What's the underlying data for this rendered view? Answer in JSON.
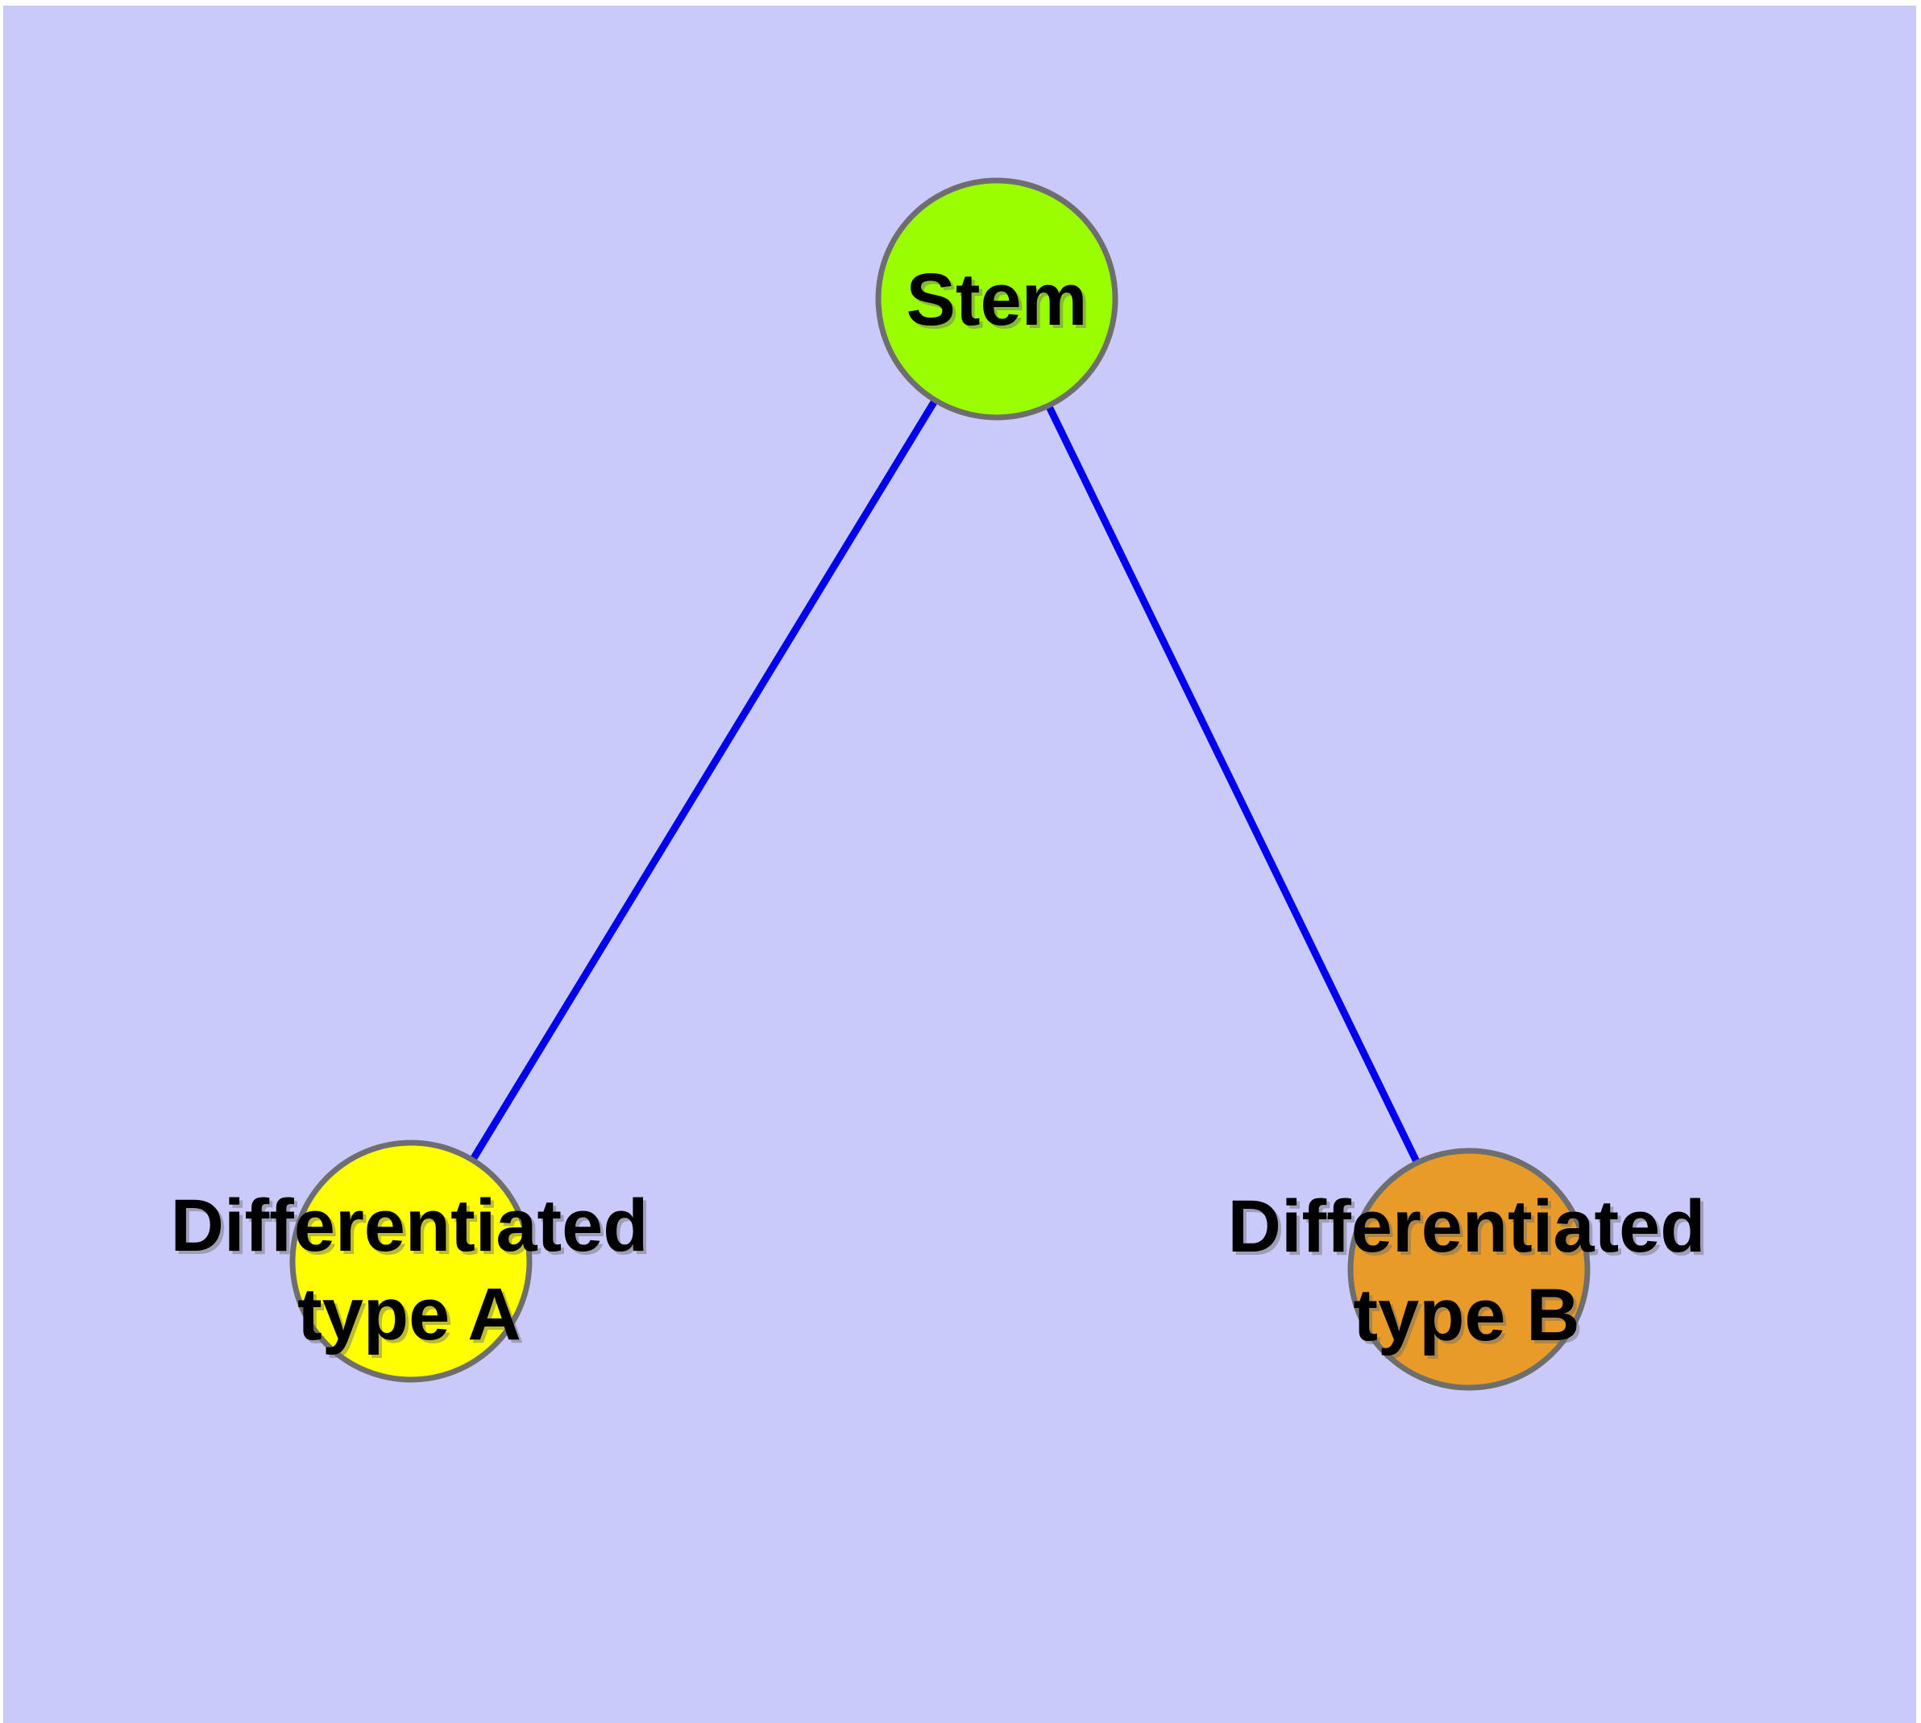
{
  "theme": {
    "page-bg": "#ffffff",
    "canvas-bg": "#CACAFA",
    "node-border": "#6E6E6E",
    "label-color": "#000000",
    "label-shadow": "#6b6b6b"
  },
  "diagram": {
    "type": "node-link-graph",
    "edge_color": "#0000EE",
    "nodes": [
      {
        "id": "stem",
        "label": "Stem",
        "fill": "#9AFE00"
      },
      {
        "id": "differentiated-type-a",
        "label_line1": "Differentiated",
        "label_line2": "type A",
        "fill": "#FFFF00"
      },
      {
        "id": "differentiated-type-b",
        "label_line1": "Differentiated",
        "label_line2": "type B",
        "fill": "#E89B28"
      }
    ],
    "edges": [
      {
        "from": "Stem",
        "to": "Differentiated type A"
      },
      {
        "from": "Stem",
        "to": "Differentiated type B"
      }
    ]
  }
}
